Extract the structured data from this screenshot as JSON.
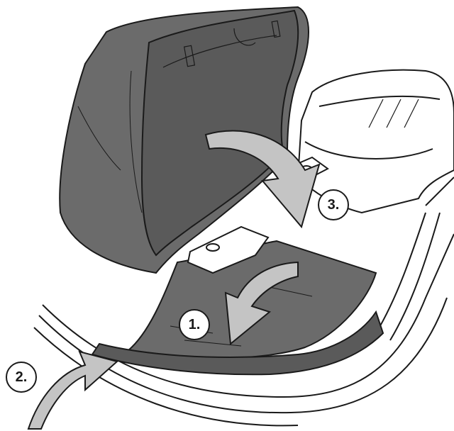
{
  "steps": [
    {
      "label": "1."
    },
    {
      "label": "2."
    },
    {
      "label": "3."
    }
  ],
  "colors": {
    "seat_dark": "#6b6b6b",
    "seat_darker": "#5a5a5a",
    "arrow_gray": "#c4c4c4",
    "outline": "#1a1a1a",
    "background": "#ffffff"
  }
}
